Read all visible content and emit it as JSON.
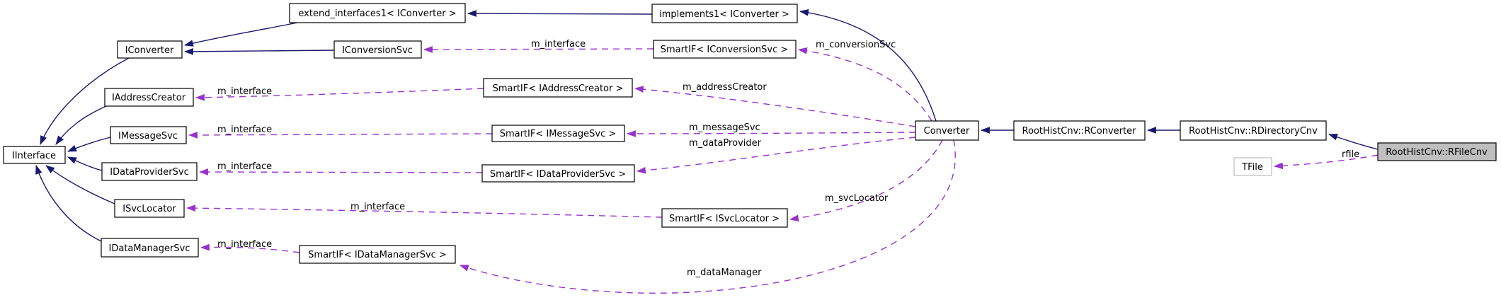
{
  "diagram": {
    "kind": "class collaboration graph",
    "focus_node": "RootHistCnv::RFileCnv",
    "colors": {
      "background": "#ffffff",
      "inheritance_edge": "#191970",
      "usage_edge": "#9932cc",
      "node_border": "#000000",
      "node_fill": "#ffffff",
      "focus_node_fill": "#bfbfbf",
      "external_node_border": "#bfbfbf",
      "text": "#000000"
    },
    "nodes": [
      {
        "label": "extend_interfaces1< IConverter >"
      },
      {
        "label": "implements1< IConverter >"
      },
      {
        "label": "IConverter"
      },
      {
        "label": "IConversionSvc"
      },
      {
        "label": "SmartIF< IConversionSvc >"
      },
      {
        "label": "IAddressCreator"
      },
      {
        "label": "SmartIF< IAddressCreator >"
      },
      {
        "label": "IInterface"
      },
      {
        "label": "IMessageSvc"
      },
      {
        "label": "SmartIF< IMessageSvc >"
      },
      {
        "label": "IDataProviderSvc"
      },
      {
        "label": "SmartIF< IDataProviderSvc >"
      },
      {
        "label": "ISvcLocator"
      },
      {
        "label": "SmartIF< ISvcLocator >"
      },
      {
        "label": "IDataManagerSvc"
      },
      {
        "label": "SmartIF< IDataManagerSvc >"
      },
      {
        "label": "Converter"
      },
      {
        "label": "RootHistCnv::RConverter"
      },
      {
        "label": "RootHistCnv::RDirectoryCnv"
      },
      {
        "label": "RootHistCnv::RFileCnv"
      },
      {
        "label": "TFile"
      }
    ],
    "edge_labels": [
      {
        "text": "m_interface"
      },
      {
        "text": "m_interface"
      },
      {
        "text": "m_interface"
      },
      {
        "text": "m_interface"
      },
      {
        "text": "m_interface"
      },
      {
        "text": "m_interface"
      },
      {
        "text": "m_conversionSvc"
      },
      {
        "text": "m_addressCreator"
      },
      {
        "text": "m_messageSvc"
      },
      {
        "text": "m_dataProvider"
      },
      {
        "text": "m_svcLocator"
      },
      {
        "text": "m_dataManager"
      },
      {
        "text": "rfile"
      }
    ],
    "edges": [
      {
        "from": "implements1< IConverter >",
        "to": "extend_interfaces1< IConverter >",
        "type": "inheritance"
      },
      {
        "from": "extend_interfaces1< IConverter >",
        "to": "IConverter",
        "type": "inheritance"
      },
      {
        "from": "IConversionSvc",
        "to": "IConverter",
        "type": "inheritance"
      },
      {
        "from": "IConverter",
        "to": "IInterface",
        "type": "inheritance"
      },
      {
        "from": "IAddressCreator",
        "to": "IInterface",
        "type": "inheritance"
      },
      {
        "from": "IMessageSvc",
        "to": "IInterface",
        "type": "inheritance"
      },
      {
        "from": "IDataProviderSvc",
        "to": "IInterface",
        "type": "inheritance"
      },
      {
        "from": "ISvcLocator",
        "to": "IInterface",
        "type": "inheritance"
      },
      {
        "from": "IDataManagerSvc",
        "to": "IInterface",
        "type": "inheritance"
      },
      {
        "from": "Converter",
        "to": "implements1< IConverter >",
        "type": "inheritance"
      },
      {
        "from": "RootHistCnv::RConverter",
        "to": "Converter",
        "type": "inheritance"
      },
      {
        "from": "RootHistCnv::RDirectoryCnv",
        "to": "RootHistCnv::RConverter",
        "type": "inheritance"
      },
      {
        "from": "RootHistCnv::RFileCnv",
        "to": "RootHistCnv::RDirectoryCnv",
        "type": "inheritance"
      },
      {
        "from": "SmartIF< IConversionSvc >",
        "to": "IConversionSvc",
        "type": "usage",
        "label": "m_interface"
      },
      {
        "from": "SmartIF< IAddressCreator >",
        "to": "IAddressCreator",
        "type": "usage",
        "label": "m_interface"
      },
      {
        "from": "SmartIF< IMessageSvc >",
        "to": "IMessageSvc",
        "type": "usage",
        "label": "m_interface"
      },
      {
        "from": "SmartIF< IDataProviderSvc >",
        "to": "IDataProviderSvc",
        "type": "usage",
        "label": "m_interface"
      },
      {
        "from": "SmartIF< ISvcLocator >",
        "to": "ISvcLocator",
        "type": "usage",
        "label": "m_interface"
      },
      {
        "from": "SmartIF< IDataManagerSvc >",
        "to": "IDataManagerSvc",
        "type": "usage",
        "label": "m_interface"
      },
      {
        "from": "Converter",
        "to": "SmartIF< IConversionSvc >",
        "type": "usage",
        "label": "m_conversionSvc"
      },
      {
        "from": "Converter",
        "to": "SmartIF< IAddressCreator >",
        "type": "usage",
        "label": "m_addressCreator"
      },
      {
        "from": "Converter",
        "to": "SmartIF< IMessageSvc >",
        "type": "usage",
        "label": "m_messageSvc"
      },
      {
        "from": "Converter",
        "to": "SmartIF< IDataProviderSvc >",
        "type": "usage",
        "label": "m_dataProvider"
      },
      {
        "from": "Converter",
        "to": "SmartIF< ISvcLocator >",
        "type": "usage",
        "label": "m_svcLocator"
      },
      {
        "from": "Converter",
        "to": "SmartIF< IDataManagerSvc >",
        "type": "usage",
        "label": "m_dataManager"
      },
      {
        "from": "RootHistCnv::RFileCnv",
        "to": "TFile",
        "type": "usage",
        "label": "rfile"
      }
    ]
  }
}
